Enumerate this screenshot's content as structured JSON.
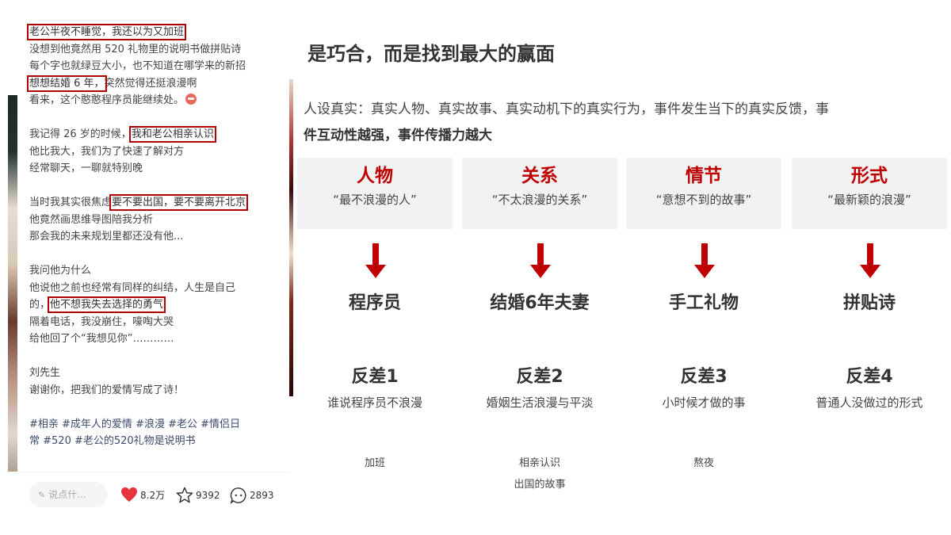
{
  "slide": {
    "title": "是巧合，而是找到最大的赢面",
    "intro_normal": "人设真实：真实人物、真实故事、真实动机下的真实行为，事件发生当下的真实反馈，事",
    "intro_bold": "件互动性越强，事件传播力越大",
    "accent_color": "#c00000",
    "columns": [
      {
        "heading": "人物",
        "quote": "“最不浪漫的人”",
        "role": "程序员",
        "contrast": "反差1",
        "desc": "谁说程序员不浪漫",
        "notes": [
          "加班"
        ]
      },
      {
        "heading": "关系",
        "quote": "“不太浪漫的关系”",
        "role": "结婚6年夫妻",
        "contrast": "反差2",
        "desc": "婚姻生活浪漫与平淡",
        "notes": [
          "相亲认识",
          "出国的故事"
        ]
      },
      {
        "heading": "情节",
        "quote": "“意想不到的故事”",
        "role": "手工礼物",
        "contrast": "反差3",
        "desc": "小时候才做的事",
        "notes": [
          "熬夜"
        ]
      },
      {
        "heading": "形式",
        "quote": "“最新颖的浪漫”",
        "role": "拼贴诗",
        "contrast": "反差4",
        "desc": "普通人没做过的形式",
        "notes": []
      }
    ]
  },
  "post": {
    "lines": [
      {
        "hl": "老公半夜不睡觉，我还以为又加班",
        "rest": ""
      },
      {
        "pre": "没想到他竟然用 520 礼物里的说明书做拼贴诗"
      },
      {
        "pre": "每个字也就绿豆大小，也不知道在哪学来的新招"
      },
      {
        "hl": "想想结婚 6 年，",
        "rest": "突然觉得还挺浪漫啊"
      },
      {
        "pre": "看来，这个憨憨程序员能继续处。"
      },
      {
        "pre": "我记得 26 岁的时候，",
        "hl": "我和老公相亲认识"
      },
      {
        "pre": "他比我大，我们为了快速了解对方"
      },
      {
        "pre": "经常聊天，一聊就特别晚"
      },
      {
        "pre": "当时我其实很焦虑",
        "hl": "要不要出国，要不要离开北京"
      },
      {
        "pre": "他竟然画思维导图陪我分析"
      },
      {
        "pre": "那会我的未来规划里都还没有他..."
      },
      {
        "pre": "我问他为什么"
      },
      {
        "pre": "他说他之前也经常有同样的纠结，人生是自己"
      },
      {
        "pre": "的，",
        "hl": "他不想我失去选择的勇气"
      },
      {
        "pre": "隔着电话，我没崩住，嚎啕大哭"
      },
      {
        "pre": "给他回了个“我想见你”…………"
      },
      {
        "pre": "刘先生"
      },
      {
        "pre": "谢谢你，把我们的爱情写成了诗！"
      },
      {
        "pre": "#相亲  #成年人的爱情  #浪漫  #老公  #情侣日"
      },
      {
        "pre": "常  #520  #老公的520礼物是说明书"
      }
    ],
    "highlight_color": "#b00000",
    "footer": {
      "comment_placeholder": "说点什...",
      "likes": "8.2万",
      "favorites": "9392",
      "comments": "2893"
    }
  }
}
